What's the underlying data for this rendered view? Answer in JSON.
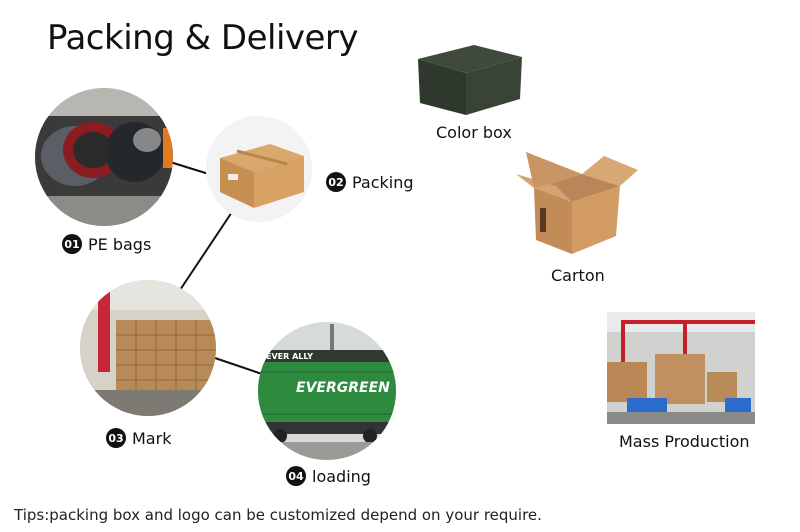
{
  "title": "Packing & Delivery",
  "steps": [
    {
      "num": "01",
      "label": "PE bags"
    },
    {
      "num": "02",
      "label": "Packing"
    },
    {
      "num": "03",
      "label": "Mark"
    },
    {
      "num": "04",
      "label": "loading"
    }
  ],
  "products": {
    "color_box": "Color box",
    "carton": "Carton",
    "mass_production": "Mass Production"
  },
  "container_text": "EVERGREEN",
  "container_small_text": "EVER ALLY",
  "tips": "Tips:packing box and logo can be customized depend on your require."
}
